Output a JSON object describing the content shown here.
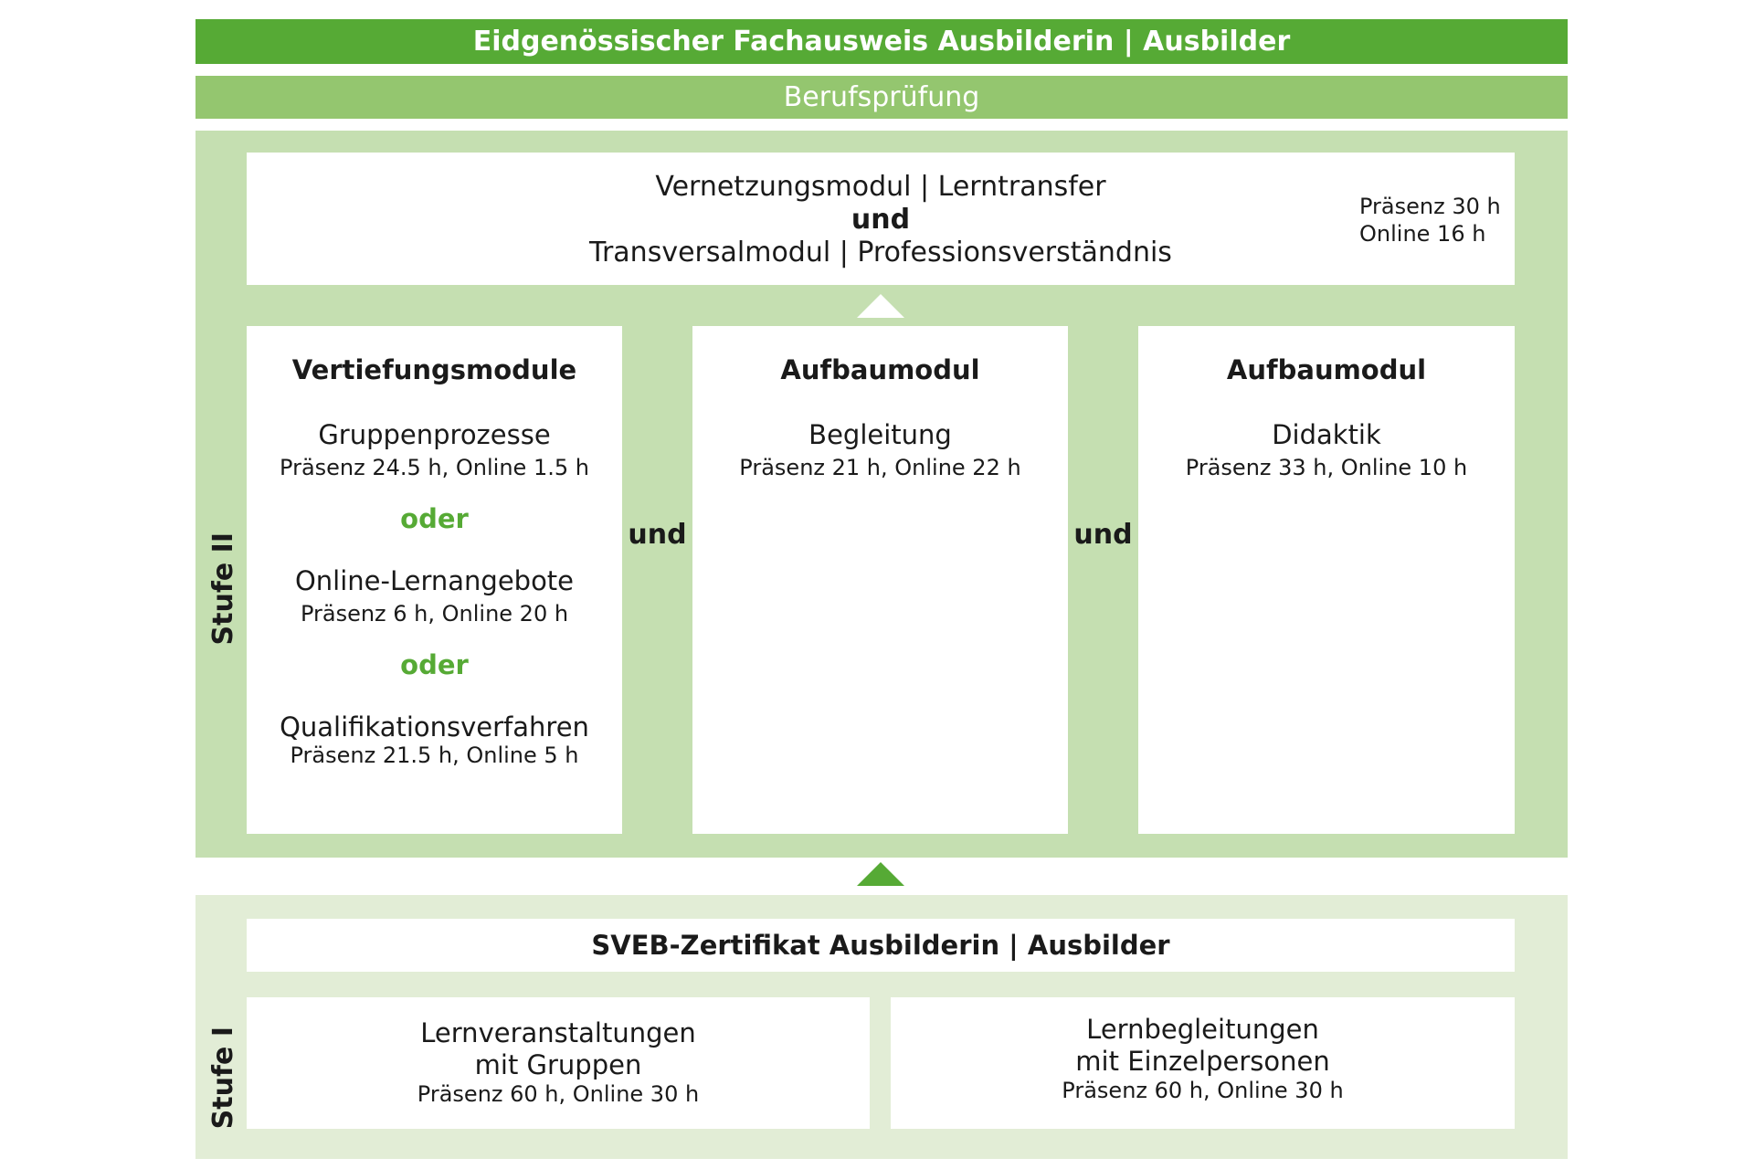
{
  "header": {
    "title": "Eidgenössischer Fachausweis Ausbilderin | Ausbilder",
    "subtitle": "Berufsprüfung"
  },
  "stufe2": {
    "label": "Stufe II",
    "top_box": {
      "line1": "Vernetzungsmodul | Lerntransfer",
      "connector": "und",
      "line2": "Transversalmodul | Professionsverständnis",
      "hours_presence": "Präsenz 30 h",
      "hours_online": "Online 16 h"
    },
    "vertiefung": {
      "heading": "Vertiefungsmodule",
      "options": [
        {
          "title": "Gruppenprozesse",
          "hours": "Präsenz 24.5 h, Online 1.5 h"
        },
        {
          "title": "Online-Lernangebote",
          "hours": "Präsenz 6 h, Online 20 h"
        },
        {
          "title": "Qualifikationsverfahren",
          "hours": "Präsenz 21.5 h, Online 5 h"
        }
      ],
      "separator": "oder"
    },
    "connector": "und",
    "aufbau1": {
      "heading": "Aufbaumodul",
      "title": "Begleitung",
      "hours": "Präsenz 21 h, Online 22 h"
    },
    "aufbau2": {
      "heading": "Aufbaumodul",
      "title": "Didaktik",
      "hours": "Präsenz 33 h, Online 10 h"
    }
  },
  "stufe1": {
    "label": "Stufe I",
    "certificate": "SVEB-Zertifikat Ausbilderin | Ausbilder",
    "left": {
      "line1": "Lernveranstaltungen",
      "line2": "mit Gruppen",
      "hours": "Präsenz 60 h, Online 30 h"
    },
    "right": {
      "line1": "Lernbegleitungen",
      "line2": "mit Einzelpersonen",
      "hours": "Präsenz 60 h, Online 30 h"
    }
  },
  "colors": {
    "dark_green": "#56aa35",
    "mid_green": "#94c66f",
    "stufe2_bg": "#c5dfb1",
    "stufe1_bg": "#e2edd6"
  }
}
